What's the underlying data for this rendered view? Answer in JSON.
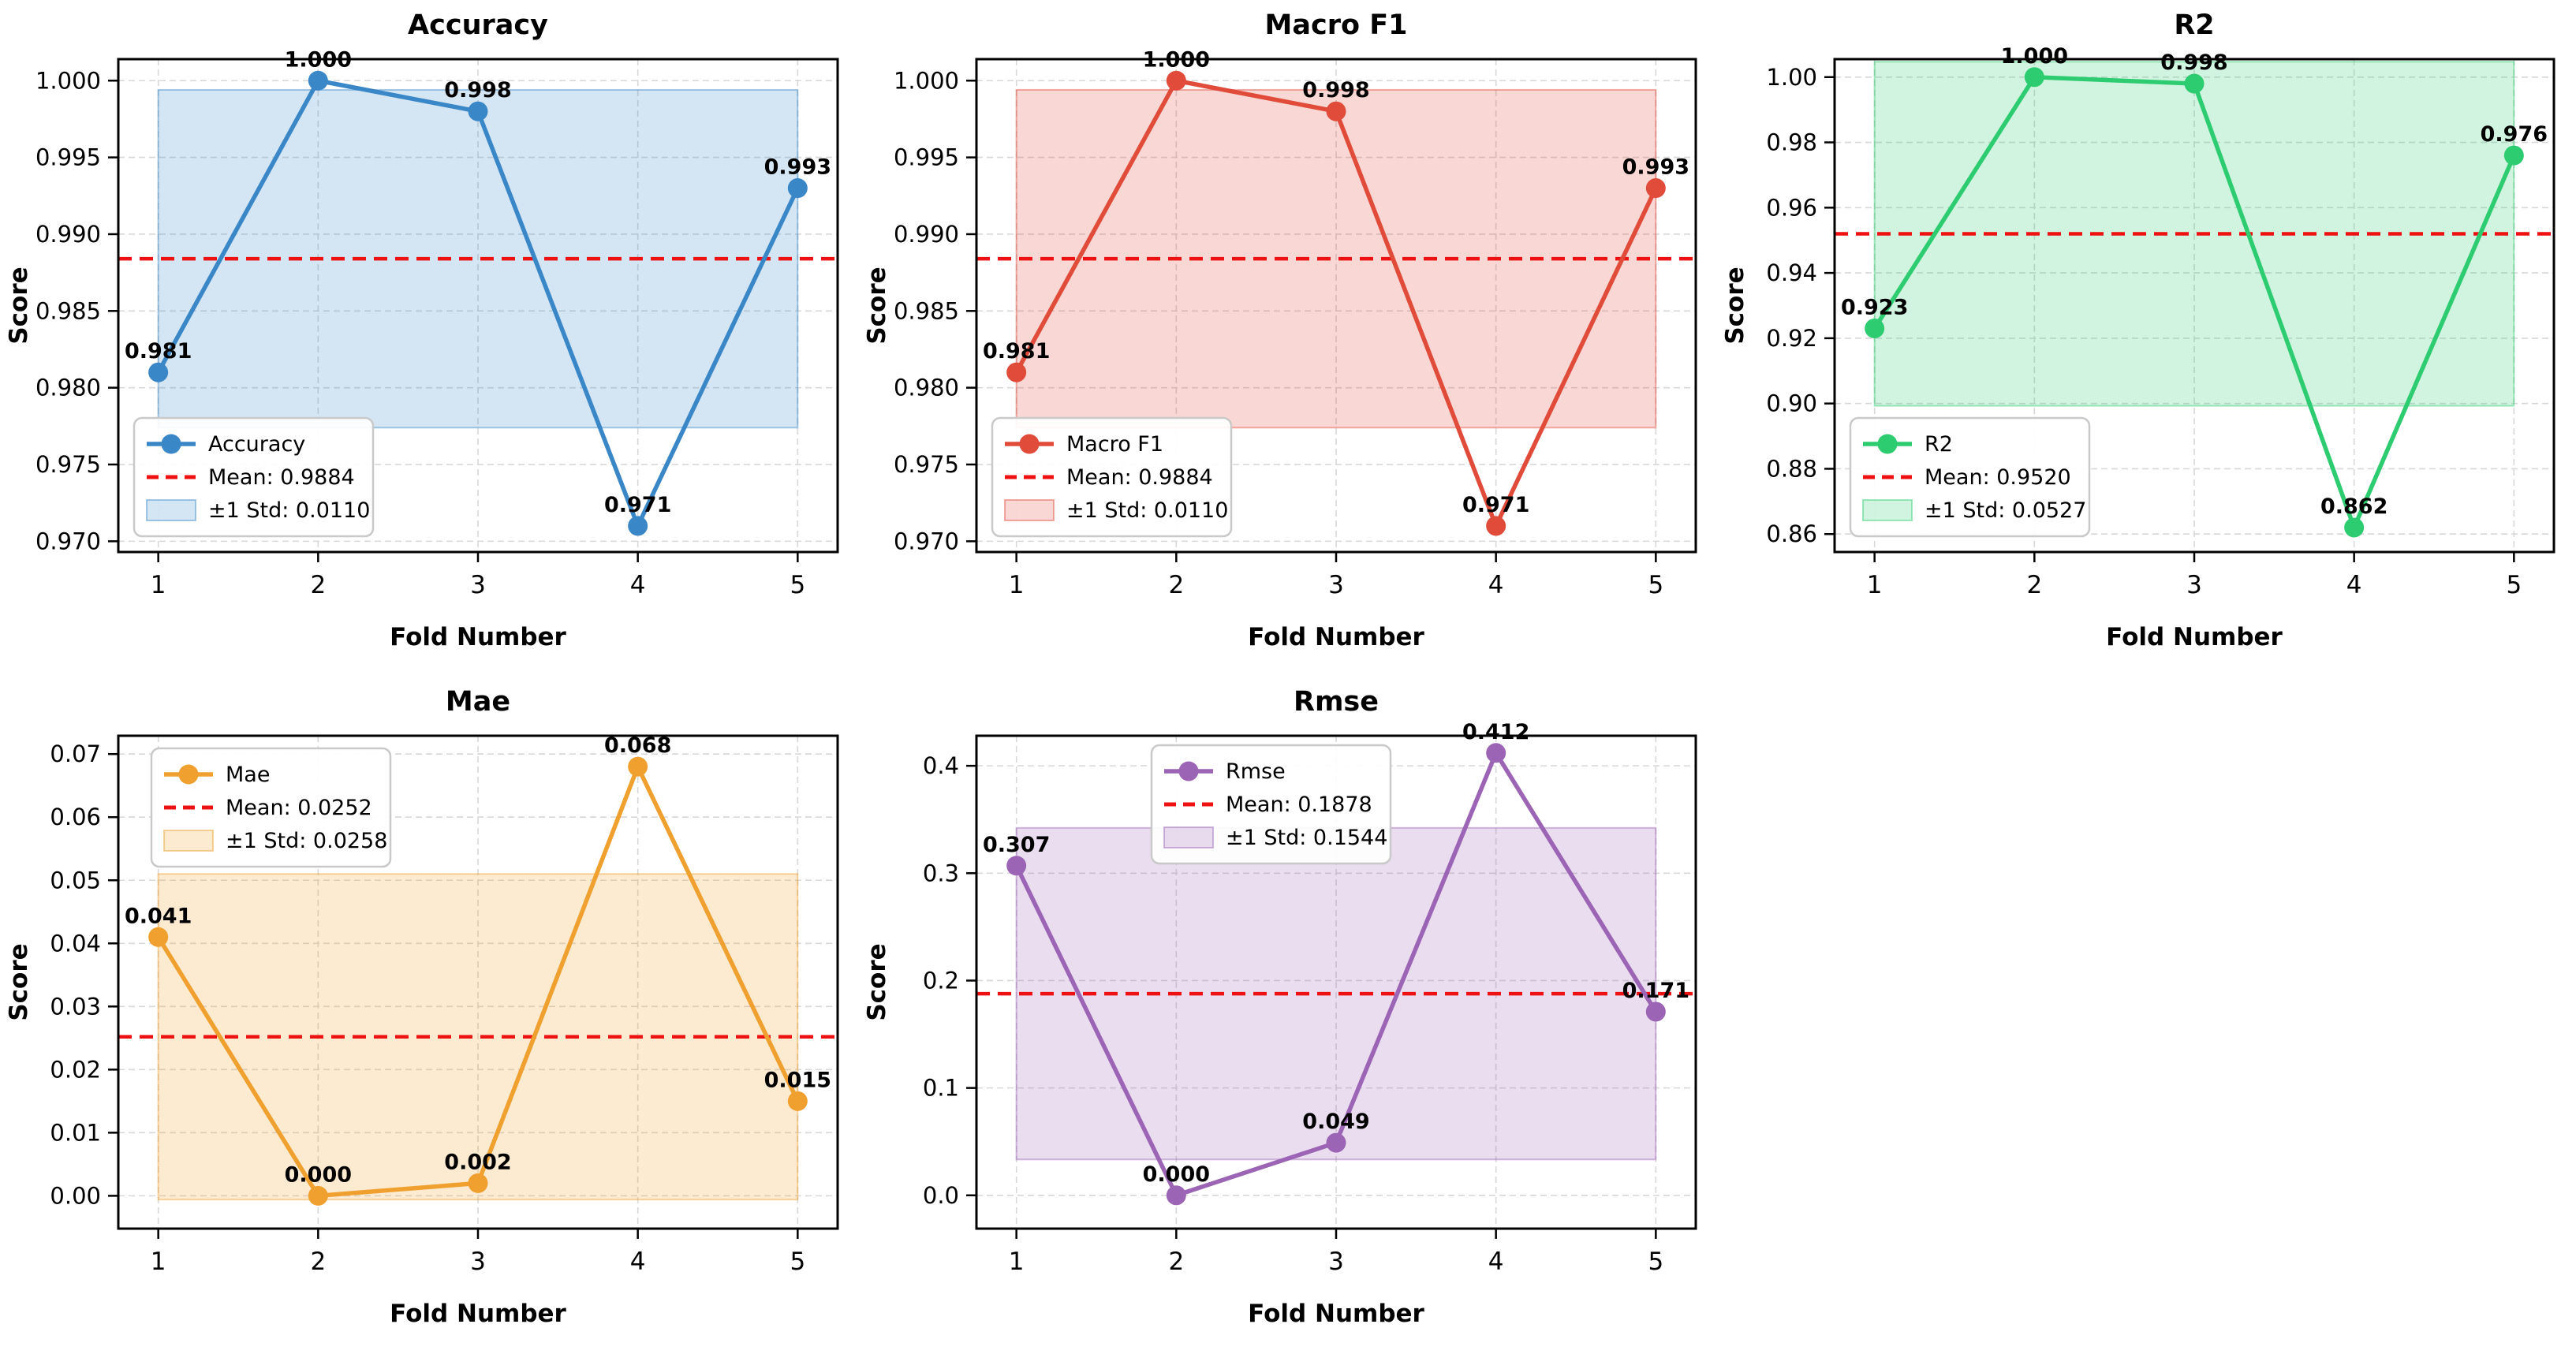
{
  "figure": {
    "background": "#ffffff",
    "xlabel": "Fold Number",
    "ylabel": "Score",
    "xticks": [
      1,
      2,
      3,
      4,
      5
    ],
    "xtick_labels": [
      "1",
      "2",
      "3",
      "4",
      "5"
    ],
    "mean_line_color": "#ee1111",
    "grid_color": "#d8d8d8",
    "spine_color": "#000000"
  },
  "chart_data": [
    {
      "type": "line",
      "title": "Accuracy",
      "series_label": "Accuracy",
      "xlabel": "Fold Number",
      "ylabel": "Score",
      "x": [
        1,
        2,
        3,
        4,
        5
      ],
      "values": [
        0.981,
        1.0,
        0.998,
        0.971,
        0.993
      ],
      "point_labels": [
        "0.981",
        "1.000",
        "0.998",
        "0.971",
        "0.993"
      ],
      "mean": 0.9884,
      "std": 0.011,
      "legend_labels": [
        "Accuracy",
        "Mean: 0.9884",
        "±1 Std: 0.0110"
      ],
      "color": "#3a87c8",
      "ylim": [
        0.9693,
        1.0014
      ],
      "ytick_values": [
        0.97,
        0.975,
        0.98,
        0.985,
        0.99,
        0.995,
        1.0
      ],
      "ytick_labels": [
        "0.970",
        "0.975",
        "0.980",
        "0.985",
        "0.990",
        "0.995",
        "1.000"
      ],
      "legend_pos": "lower-left",
      "grid": true
    },
    {
      "type": "line",
      "title": "Macro F1",
      "series_label": "Macro F1",
      "xlabel": "Fold Number",
      "ylabel": "Score",
      "x": [
        1,
        2,
        3,
        4,
        5
      ],
      "values": [
        0.981,
        1.0,
        0.998,
        0.971,
        0.993
      ],
      "point_labels": [
        "0.981",
        "1.000",
        "0.998",
        "0.971",
        "0.993"
      ],
      "mean": 0.9884,
      "std": 0.011,
      "legend_labels": [
        "Macro F1",
        "Mean: 0.9884",
        "±1 Std: 0.0110"
      ],
      "color": "#e04b3a",
      "ylim": [
        0.9693,
        1.0014
      ],
      "ytick_values": [
        0.97,
        0.975,
        0.98,
        0.985,
        0.99,
        0.995,
        1.0
      ],
      "ytick_labels": [
        "0.970",
        "0.975",
        "0.980",
        "0.985",
        "0.990",
        "0.995",
        "1.000"
      ],
      "legend_pos": "lower-left",
      "grid": true
    },
    {
      "type": "line",
      "title": "R2",
      "series_label": "R2",
      "xlabel": "Fold Number",
      "ylabel": "Score",
      "x": [
        1,
        2,
        3,
        4,
        5
      ],
      "values": [
        0.923,
        1.0,
        0.998,
        0.862,
        0.976
      ],
      "point_labels": [
        "0.923",
        "1.000",
        "0.998",
        "0.862",
        "0.976"
      ],
      "mean": 0.952,
      "std": 0.0527,
      "legend_labels": [
        "R2",
        "Mean: 0.9520",
        "±1 Std: 0.0527"
      ],
      "color": "#2ecc71",
      "ylim": [
        0.8545,
        1.0055
      ],
      "ytick_values": [
        0.86,
        0.88,
        0.9,
        0.92,
        0.94,
        0.96,
        0.98,
        1.0
      ],
      "ytick_labels": [
        "0.86",
        "0.88",
        "0.90",
        "0.92",
        "0.94",
        "0.96",
        "0.98",
        "1.00"
      ],
      "legend_pos": "lower-left",
      "grid": true
    },
    {
      "type": "line",
      "title": "Mae",
      "series_label": "Mae",
      "xlabel": "Fold Number",
      "ylabel": "Score",
      "x": [
        1,
        2,
        3,
        4,
        5
      ],
      "values": [
        0.041,
        0.0,
        0.002,
        0.068,
        0.015
      ],
      "point_labels": [
        "0.041",
        "0.000",
        "0.002",
        "0.068",
        "0.015"
      ],
      "mean": 0.0252,
      "std": 0.0258,
      "legend_labels": [
        "Mae",
        "Mean: 0.0252",
        "±1 Std: 0.0258"
      ],
      "color": "#f0a02f",
      "ylim": [
        -0.0052,
        0.0729
      ],
      "ytick_values": [
        0.0,
        0.01,
        0.02,
        0.03,
        0.04,
        0.05,
        0.06,
        0.07
      ],
      "ytick_labels": [
        "0.00",
        "0.01",
        "0.02",
        "0.03",
        "0.04",
        "0.05",
        "0.06",
        "0.07"
      ],
      "legend_pos": "upper-left",
      "grid": true
    },
    {
      "type": "line",
      "title": "Rmse",
      "series_label": "Rmse",
      "xlabel": "Fold Number",
      "ylabel": "Score",
      "x": [
        1,
        2,
        3,
        4,
        5
      ],
      "values": [
        0.307,
        0.0,
        0.049,
        0.412,
        0.171
      ],
      "point_labels": [
        "0.307",
        "0.000",
        "0.049",
        "0.412",
        "0.171"
      ],
      "mean": 0.1878,
      "std": 0.1544,
      "legend_labels": [
        "Rmse",
        "Mean: 0.1878",
        "±1 Std: 0.1544"
      ],
      "color": "#9c64b4",
      "ylim": [
        -0.031,
        0.428
      ],
      "ytick_values": [
        0.0,
        0.1,
        0.2,
        0.3,
        0.4
      ],
      "ytick_labels": [
        "0.0",
        "0.1",
        "0.2",
        "0.3",
        "0.4"
      ],
      "legend_pos": "upper-offset",
      "grid": true
    }
  ]
}
